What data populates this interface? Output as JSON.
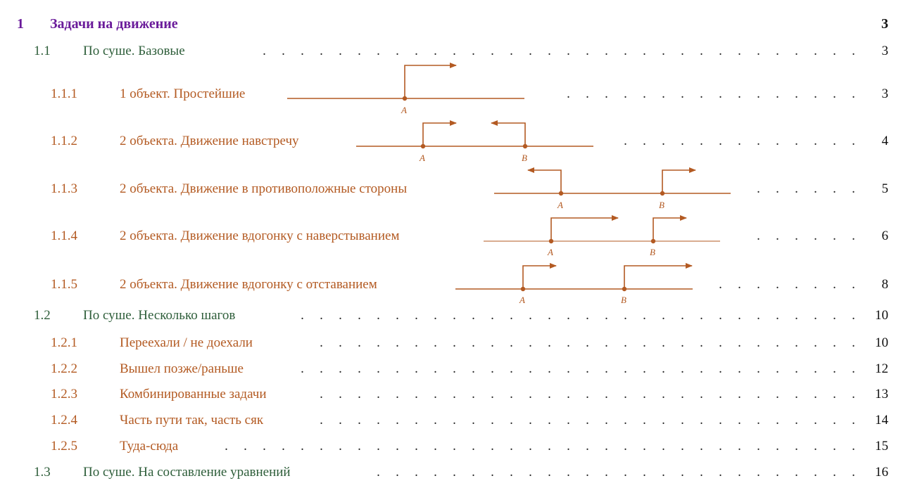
{
  "toc": {
    "chapter": {
      "number": "1",
      "title": "Задачи на движение",
      "page": "3"
    },
    "sections": [
      {
        "number": "1.1",
        "title": "По суше. Базовые",
        "page": "3"
      },
      {
        "number": "1.2",
        "title": "По суше. Несколько шагов",
        "page": "10"
      },
      {
        "number": "1.3",
        "title": "По суше. На составление уравнений",
        "page": "16"
      }
    ],
    "subsections_1_1": [
      {
        "number": "1.1.1",
        "title": "1 объект. Простейшие",
        "page": "3"
      },
      {
        "number": "1.1.2",
        "title": "2 объекта. Движение навстречу",
        "page": "4"
      },
      {
        "number": "1.1.3",
        "title": "2 объекта. Движение в противоположные стороны",
        "page": "5"
      },
      {
        "number": "1.1.4",
        "title": "2 объекта. Движение вдогонку с наверстыванием",
        "page": "6"
      },
      {
        "number": "1.1.5",
        "title": "2 объекта. Движение вдогонку с отставанием",
        "page": "8"
      }
    ],
    "subsections_1_2": [
      {
        "number": "1.2.1",
        "title": "Переехали / не доехали",
        "page": "10"
      },
      {
        "number": "1.2.2",
        "title": "Вышел позже/раньше",
        "page": "12"
      },
      {
        "number": "1.2.3",
        "title": "Комбинированные задачи",
        "page": "13"
      },
      {
        "number": "1.2.4",
        "title": "Часть пути так, часть сяк",
        "page": "14"
      },
      {
        "number": "1.2.5",
        "title": "Туда-сюда",
        "page": "15"
      }
    ]
  },
  "diagrams": {
    "point_labels": {
      "a": "A",
      "b": "B"
    },
    "color": "#b35a22"
  },
  "colors": {
    "chapter": "#6a1b9a",
    "section": "#2e5e3a",
    "subsection": "#b35a22",
    "page_number": "#111111"
  }
}
